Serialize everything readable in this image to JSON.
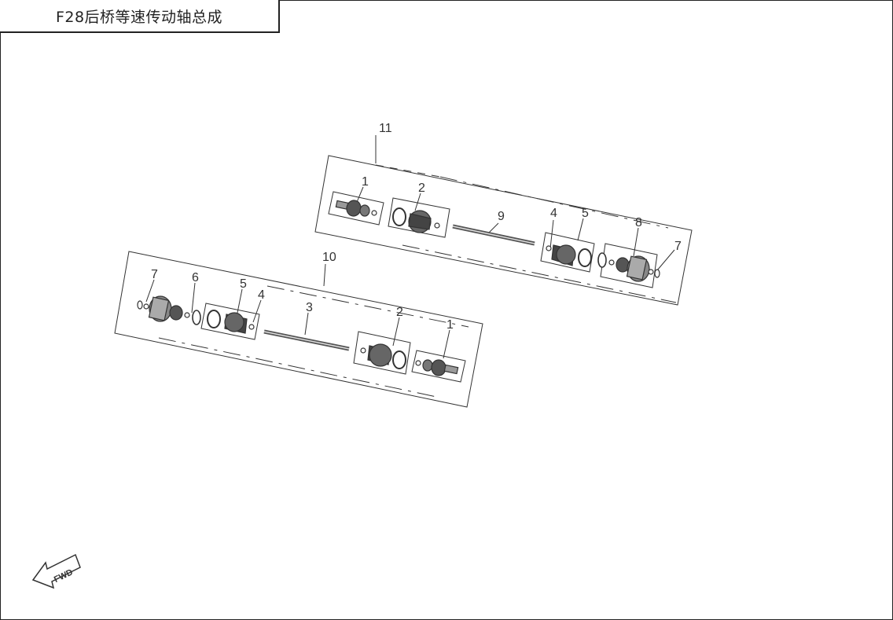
{
  "title": "F28后桥等速传动轴总成",
  "callouts": {
    "assembly_upper": "11",
    "assembly_lower": "10",
    "upper": {
      "c1": "1",
      "c2": "2",
      "c9": "9",
      "c4": "4",
      "c5": "5",
      "c8": "8",
      "c7": "7"
    },
    "lower": {
      "c7": "7",
      "c6": "6",
      "c5": "5",
      "c4": "4",
      "c3": "3",
      "c2": "2",
      "c1": "1"
    }
  },
  "fwd_label": "FWD",
  "colors": {
    "line": "#333333",
    "part_dark": "#555555",
    "part_light": "#9a9a9a"
  }
}
